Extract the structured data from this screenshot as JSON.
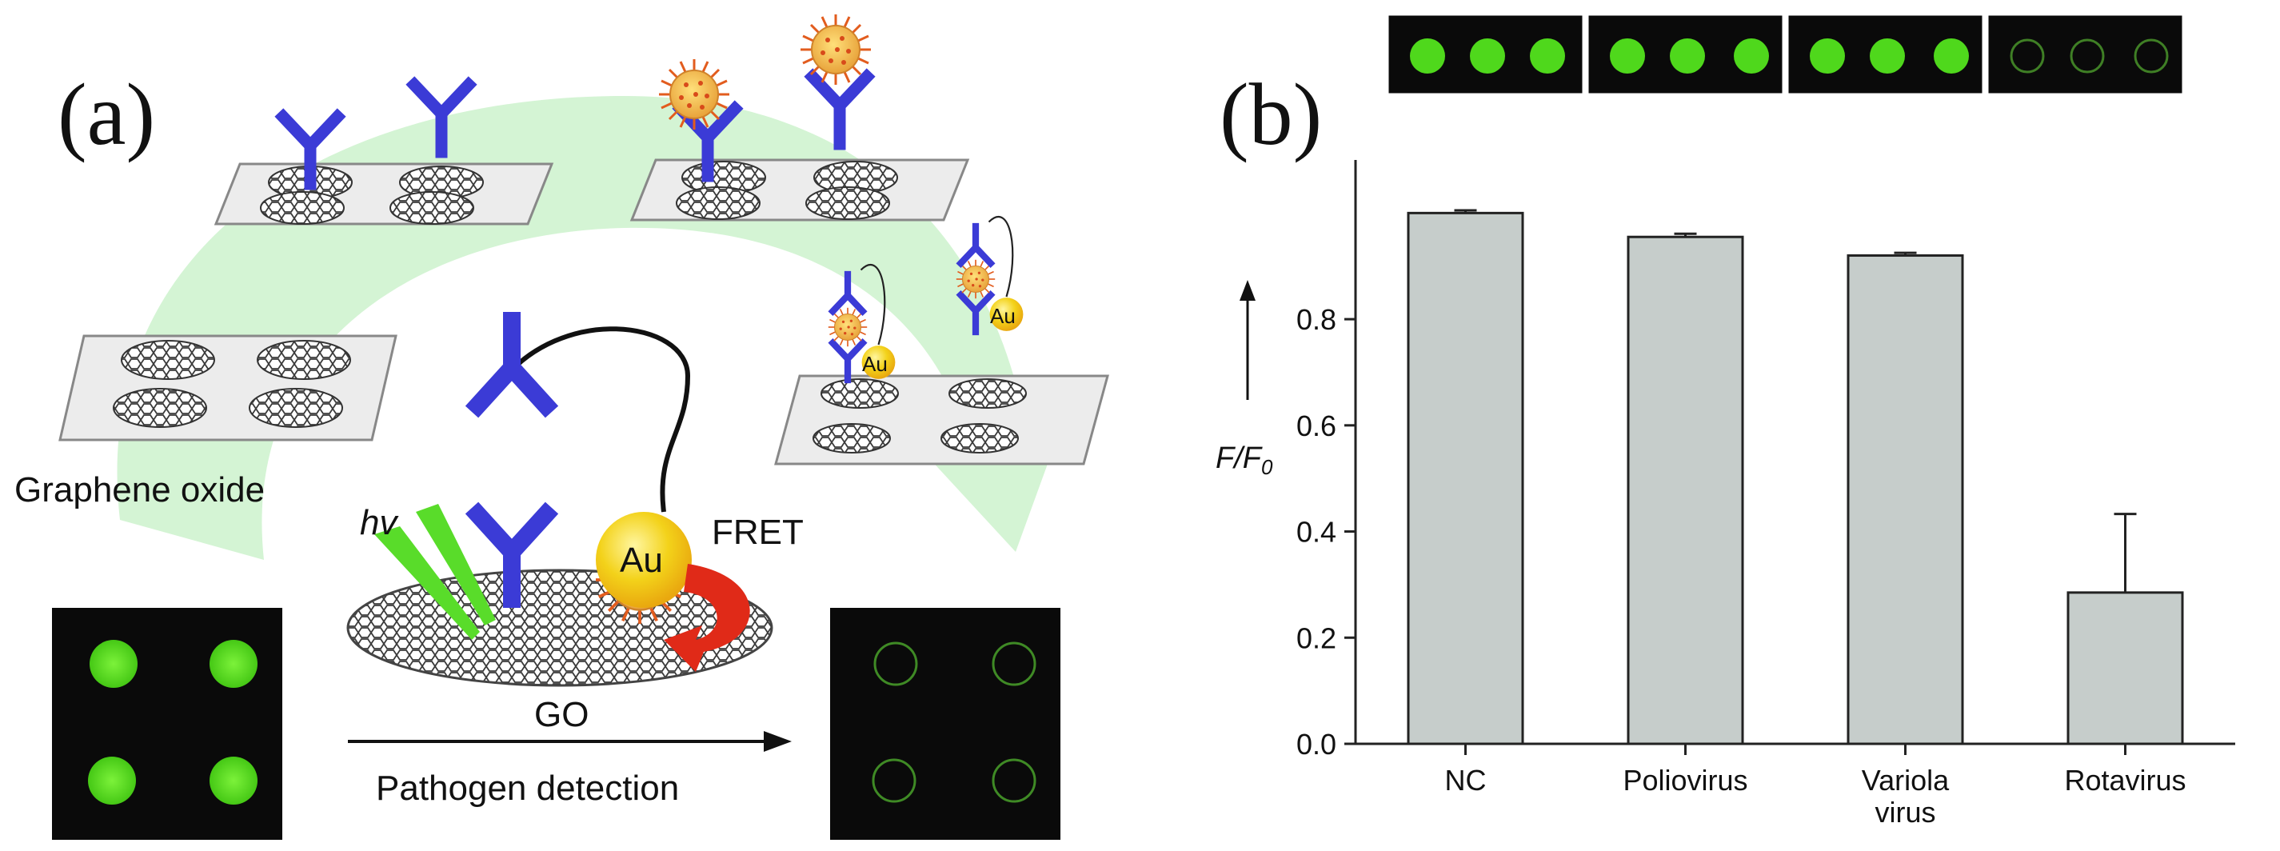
{
  "panel_a": {
    "label": "(a)",
    "graphene_label": "Graphene oxide",
    "hv_label": "hv",
    "au_label": "Au",
    "fret_label": "FRET",
    "go_label": "GO",
    "arrow_label": "Pathogen detection",
    "colors": {
      "antibody": "#3b3bd6",
      "arc": "#ccf2cc",
      "gold": "#f3d21a",
      "virus": "#e25c1e",
      "spot": "#5fe61e",
      "fret_arrow": "#e02a18"
    }
  },
  "panel_b": {
    "label": "(b)",
    "spots_colors": {
      "bright": "#4fd81c",
      "dim": "#3f7f25"
    }
  },
  "chart_data": {
    "type": "bar",
    "categories": [
      "NC",
      "Poliovirus",
      "Variola virus",
      "Rotavirus"
    ],
    "category_lines": [
      [
        "NC"
      ],
      [
        "Poliovirus"
      ],
      [
        "Variola",
        "virus"
      ],
      [
        "Rotavirus"
      ]
    ],
    "values": [
      1.0,
      0.955,
      0.92,
      0.285
    ],
    "errors": [
      0.005,
      0.006,
      0.005,
      0.148
    ],
    "ylabel": "F/F0",
    "ylabel_main": "F/F",
    "ylabel_sub": "0",
    "ylim": [
      0,
      1.1
    ],
    "yticks": [
      0.0,
      0.2,
      0.4,
      0.6,
      0.8
    ],
    "ytick_labels": [
      "0.0",
      "0.2",
      "0.4",
      "0.6",
      "0.8"
    ],
    "bar_color": "#c6cdcb",
    "grid": false
  }
}
